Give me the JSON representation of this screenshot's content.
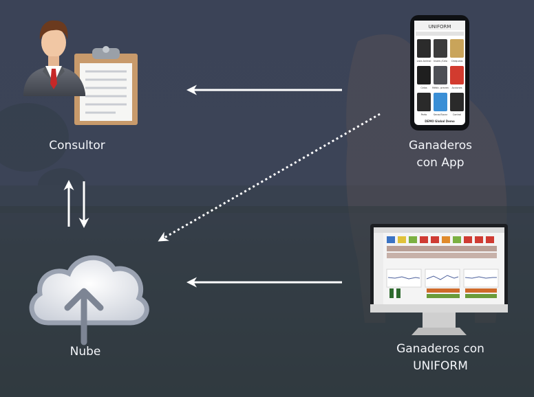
{
  "nodes": {
    "consultor": {
      "label": "Consultor"
    },
    "nube": {
      "label": "Nube"
    },
    "app": {
      "label_line1": "Ganaderos",
      "label_line2": "con App"
    },
    "uniform": {
      "label_line1": "Ganaderos con",
      "label_line2": "UNIFORM"
    }
  },
  "phone": {
    "app_title": "UNIFORM",
    "tiles": [
      "Lista Animal",
      "Insem./Celo",
      "Chequeos",
      "Celos",
      "Médic. preven",
      "Acciones",
      "Parto",
      "Secar/Sacar",
      "Control"
    ],
    "footer": "DEMO Global Demo"
  },
  "edges": [
    {
      "from": "app",
      "to": "consultor",
      "style": "solid"
    },
    {
      "from": "app",
      "to": "nube",
      "style": "dotted"
    },
    {
      "from": "uniform",
      "to": "nube",
      "style": "solid"
    },
    {
      "between": [
        "consultor",
        "nube"
      ],
      "style": "bidirectional"
    }
  ],
  "colors": {
    "background": "#3a4256",
    "arrow": "#ffffff",
    "label": "#f4f6fa"
  }
}
